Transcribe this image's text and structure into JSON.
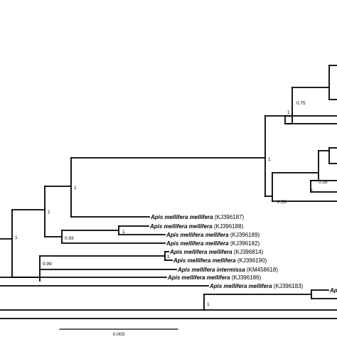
{
  "taxa": [
    {
      "species": "Apis mellifera mellifera",
      "accession": "(KJ396187)"
    },
    {
      "species": "Apis mellifera mellifera",
      "accession": "(KJ396188)"
    },
    {
      "species": "Apis mellifera mellifera",
      "accession": "(KJ396189)"
    },
    {
      "species": "Apis mellifera mellifera",
      "accession": "(KJ396182)"
    },
    {
      "species": "Apis mellifera mellifera",
      "accession": "(KJ396814)"
    },
    {
      "species": "Apis mellifera mellifera",
      "accession": "(KJ396190)"
    },
    {
      "species": "Apis mellifera intermissa",
      "accession": "(KM458618)"
    },
    {
      "species": "Apis mellifera mellifera",
      "accession": "(KJ396186)"
    },
    {
      "species": "Apis mellifera mellifera",
      "accession": "(KJ396183)"
    },
    {
      "species": "Ap",
      "accession": ""
    }
  ],
  "support_values": [
    "0.75",
    "1",
    "1",
    "0.35",
    "1",
    "0.53",
    "1",
    "1",
    "1",
    "0.93",
    "1",
    "0.99",
    "1",
    "1"
  ],
  "scale_bar": {
    "label": "0.003"
  }
}
